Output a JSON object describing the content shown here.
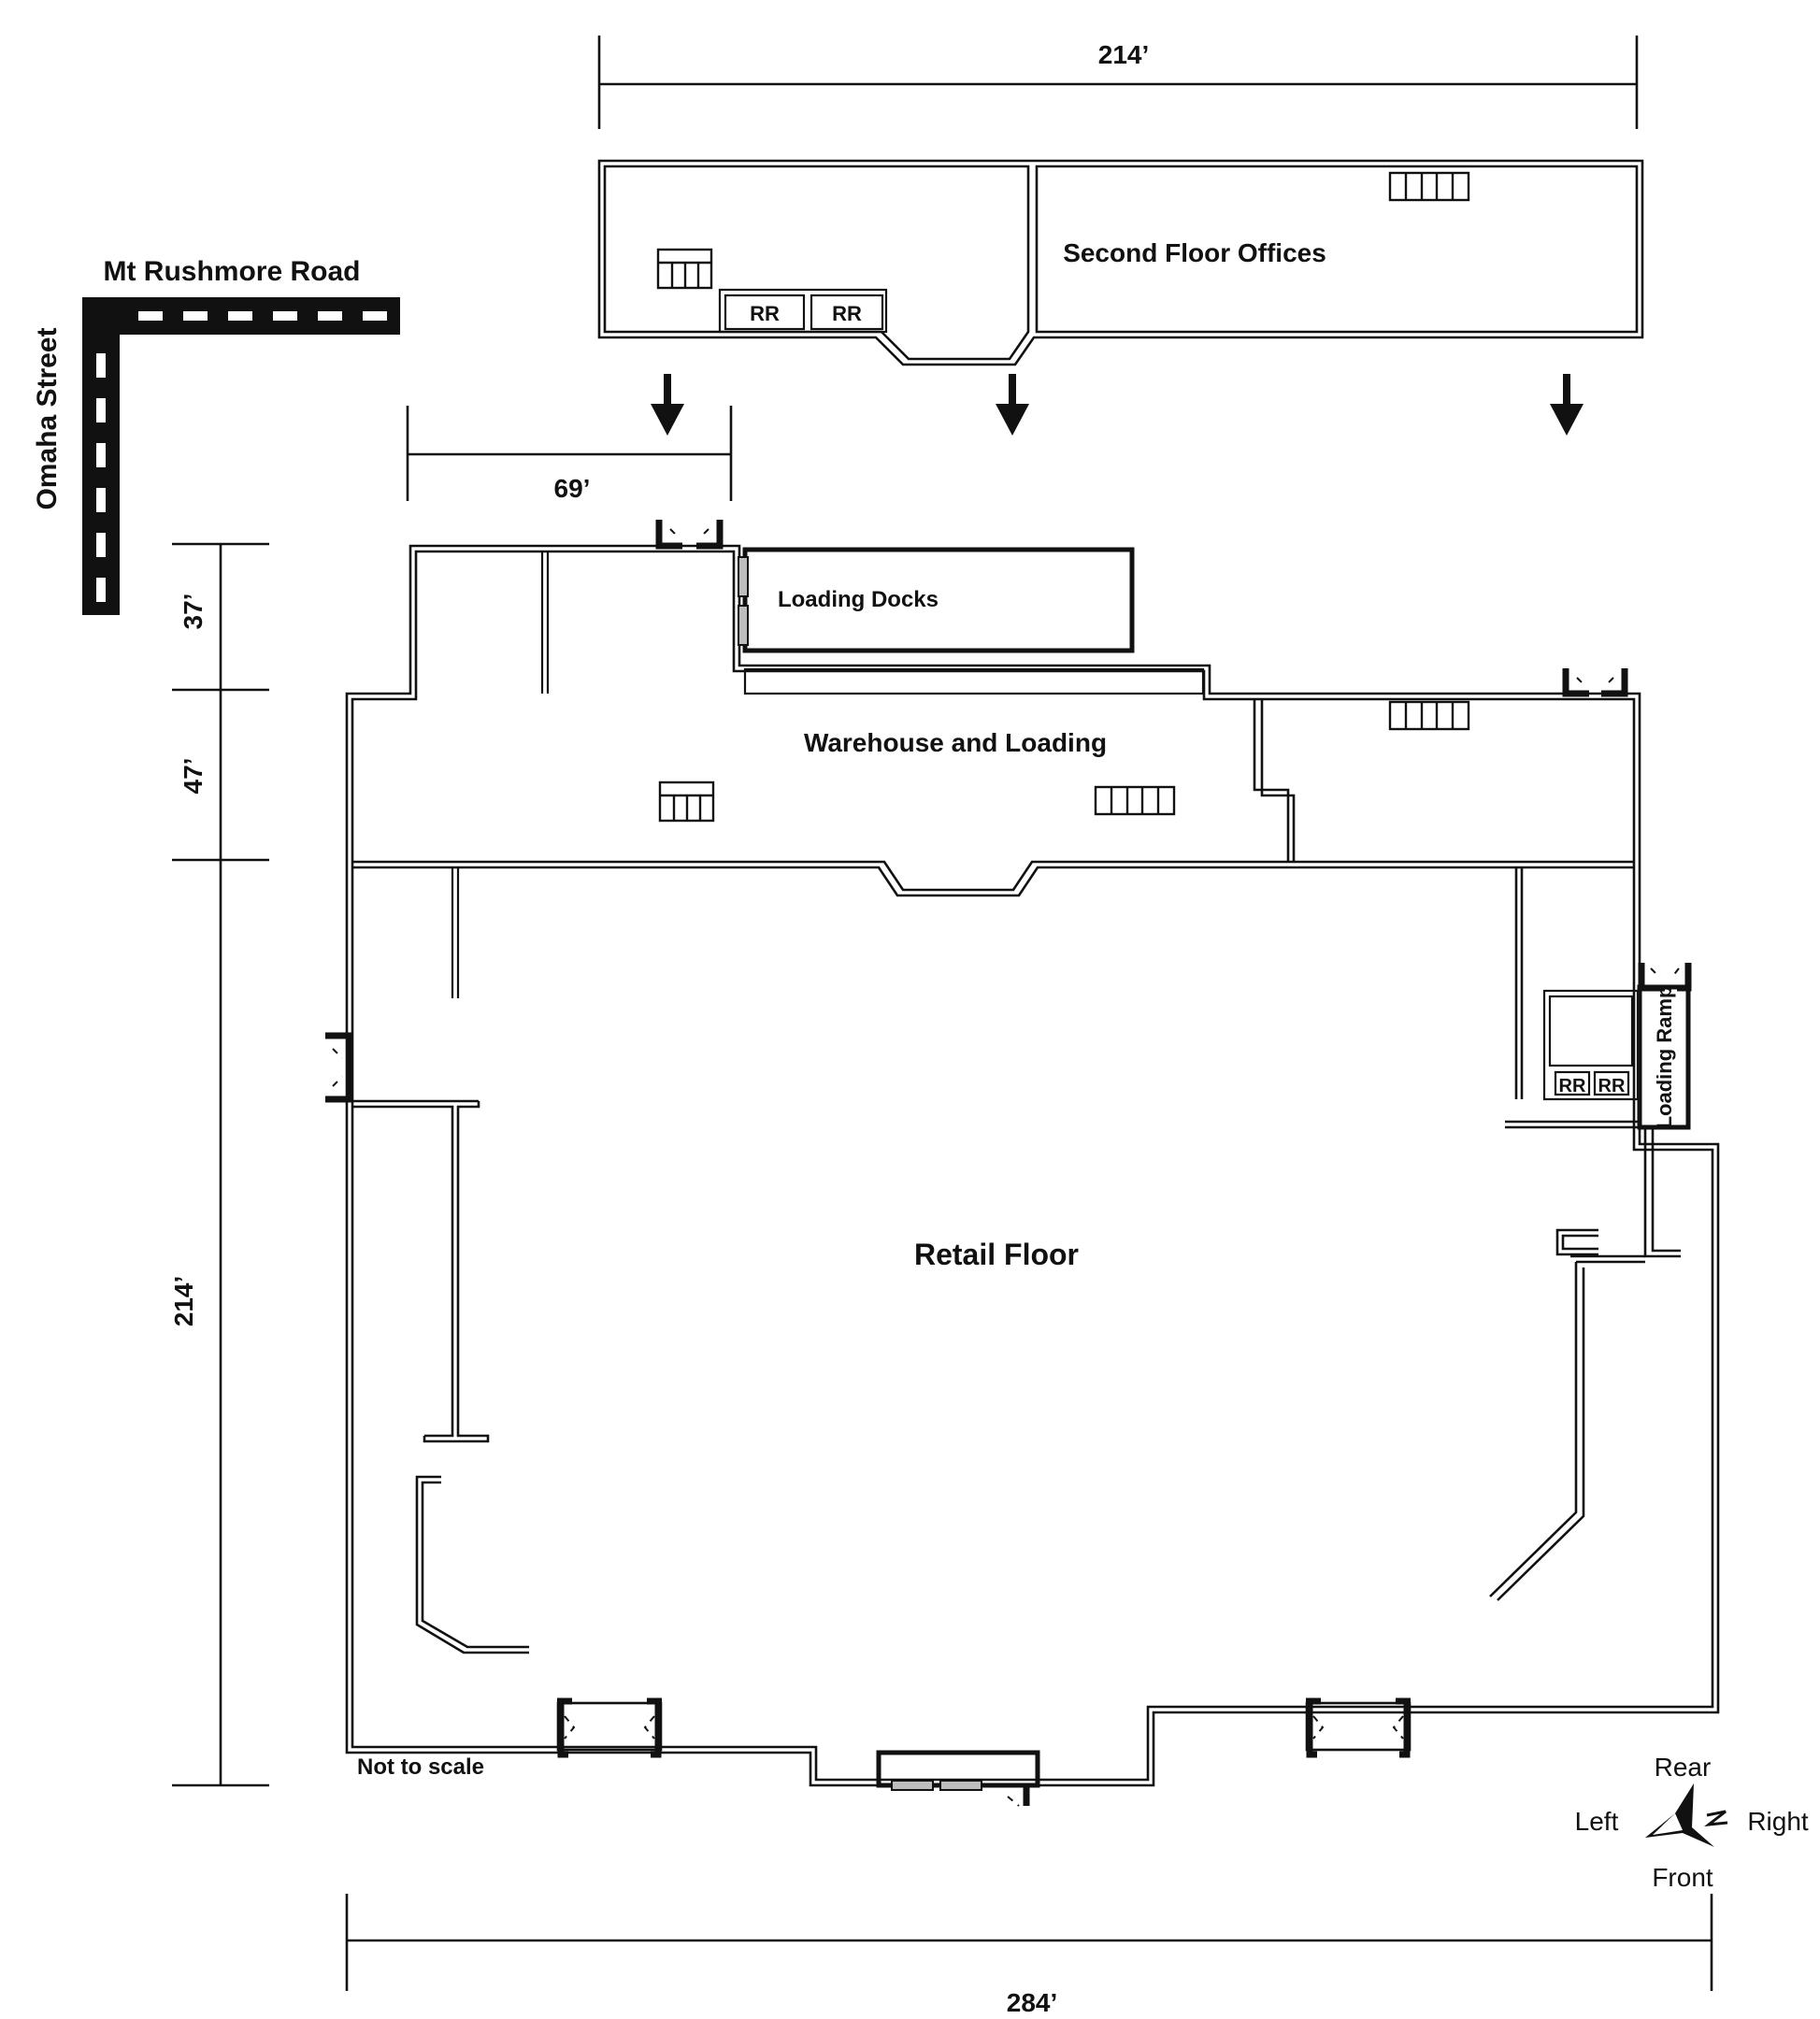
{
  "labels": {
    "second_floor": "Second Floor Offices",
    "warehouse": "Warehouse and Loading",
    "loading_docks": "Loading Docks",
    "retail_floor": "Retail Floor",
    "loading_ramp": "Loading Ramp",
    "not_to_scale": "Not to scale",
    "restroom": "RR"
  },
  "streets": {
    "road": "Mt Rushmore Road",
    "street": "Omaha Street"
  },
  "dimensions": {
    "top_width": "214’",
    "dock_width": "69’",
    "bottom_width": "284’",
    "depth_a": "37’",
    "depth_b": "47’",
    "depth_c": "214’"
  },
  "compass": {
    "rear": "Rear",
    "front": "Front",
    "left": "Left",
    "right": "Right"
  }
}
